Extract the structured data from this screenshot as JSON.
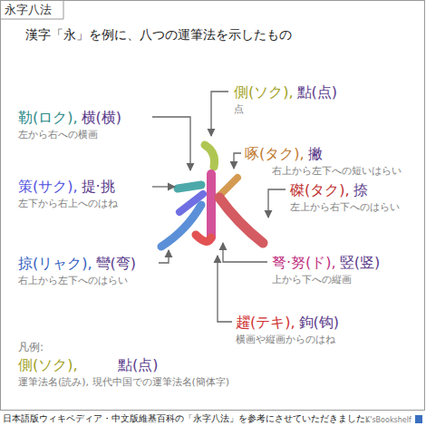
{
  "diagram": {
    "title": "永字八法",
    "labels": [
      "漢字「永」を例に、八つの運筆法を示したもの",
      "側(ソク),",
      "點(点)",
      "点",
      "勒(ロク),",
      "横(横)",
      "左から右への横画",
      "啄(タク),",
      "撇",
      "右上から左下への短いはらい",
      "策(サク),",
      "提·挑",
      "左下から右上へのはね",
      "磔(タク),",
      "捺",
      "左上から右下へのはらい",
      "掠(リャク),",
      "彎(弯)",
      "右上から左下へのはらい",
      "弩·努(ド),",
      "竪(竖)",
      "上から下への縦画",
      "趯(テキ),",
      "鉤(钩)",
      "横画や縦画からのはね",
      "凡例:",
      "側(ソク),",
      "點(点)",
      "運筆法名(読み), 現代中国での運筆法名(簡体字)",
      "日本語版ウィキペディア・中文版維基百科の「永字八法」を参考にさせていただきました。",
      "K'sBookshelf"
    ]
  }
}
